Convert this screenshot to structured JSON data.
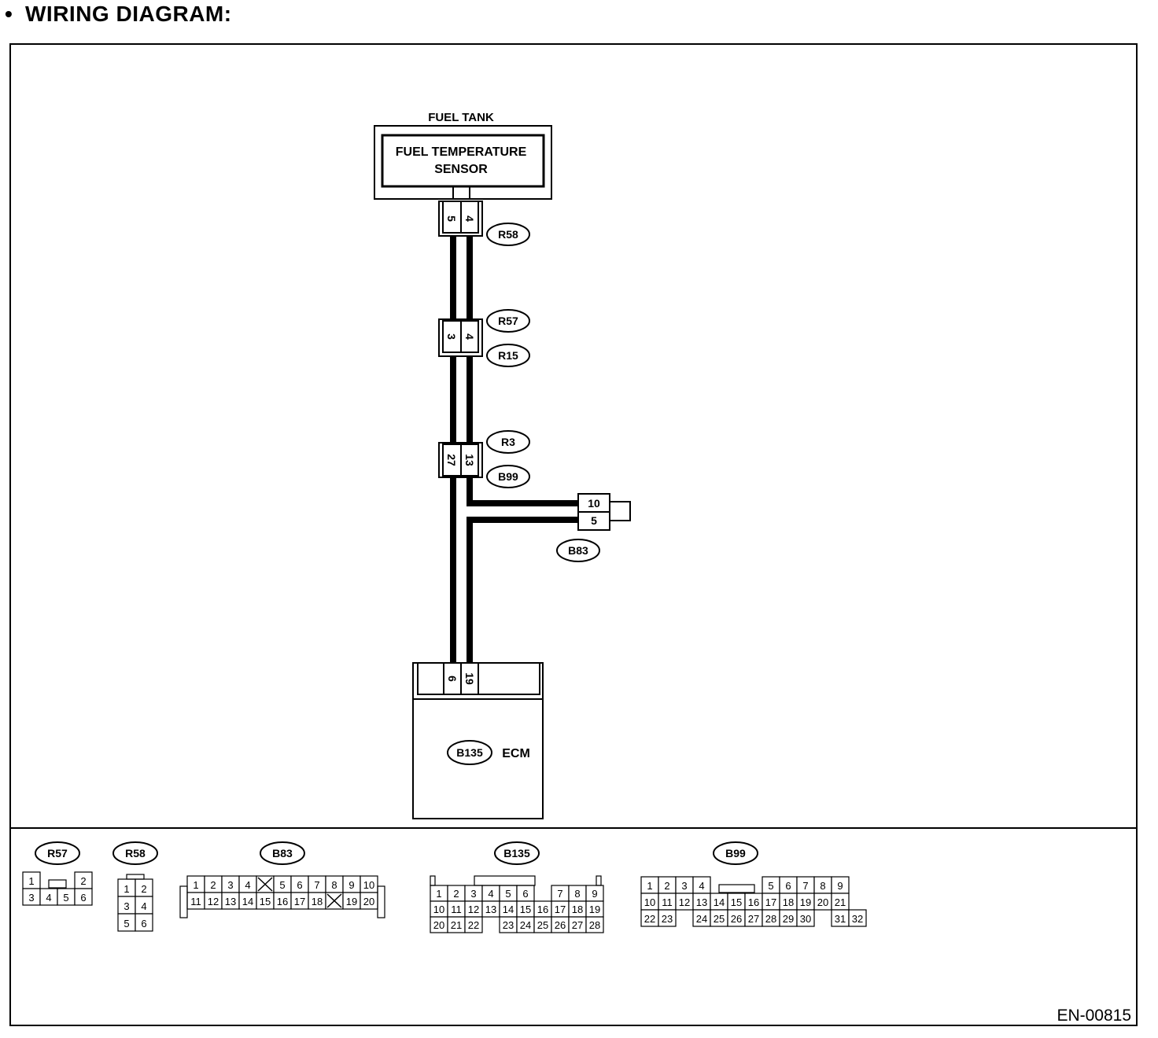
{
  "header": {
    "bullet": "•",
    "title": "WIRING DIAGRAM:"
  },
  "fuel_tank": {
    "label": "FUEL TANK",
    "sensor_line1": "FUEL TEMPERATURE",
    "sensor_line2": "SENSOR"
  },
  "connectors": {
    "r58": {
      "id": "R58",
      "pins": [
        "5",
        "4"
      ]
    },
    "r57_r15": {
      "ids": [
        "R57",
        "R15"
      ],
      "pins": [
        "3",
        "4"
      ]
    },
    "r3_b99": {
      "ids": [
        "R3",
        "B99"
      ],
      "pins": [
        "27",
        "13"
      ]
    },
    "b83": {
      "id": "B83",
      "pins": [
        "10",
        "5"
      ]
    },
    "ecm": {
      "id": "B135",
      "label": "ECM",
      "pins": [
        "6",
        "19"
      ]
    }
  },
  "connector_faces": {
    "R57": {
      "label": "R57",
      "rows": [
        [
          "1",
          "",
          "",
          "2"
        ],
        [
          "3",
          "4",
          "5",
          "6"
        ]
      ]
    },
    "R58": {
      "label": "R58",
      "rows": [
        [
          "1",
          "2"
        ],
        [
          "3",
          "4"
        ],
        [
          "5",
          "6"
        ]
      ]
    },
    "B83": {
      "label": "B83",
      "rows": [
        [
          "1",
          "2",
          "3",
          "4",
          "X",
          "5",
          "6",
          "7",
          "8",
          "9",
          "10"
        ],
        [
          "11",
          "12",
          "13",
          "14",
          "15",
          "16",
          "17",
          "18",
          "X",
          "19",
          "20"
        ]
      ]
    },
    "B135": {
      "label": "B135",
      "rows": [
        [
          "1",
          "2",
          "3",
          "4",
          "5",
          "6",
          "",
          "7",
          "8",
          "9"
        ],
        [
          "10",
          "11",
          "12",
          "13",
          "14",
          "15",
          "16",
          "17",
          "18",
          "19"
        ],
        [
          "20",
          "21",
          "22",
          "",
          "23",
          "24",
          "25",
          "26",
          "27",
          "28"
        ]
      ]
    },
    "B99": {
      "label": "B99",
      "rows": [
        [
          "1",
          "2",
          "3",
          "4",
          "",
          "",
          "",
          "5",
          "6",
          "7",
          "8",
          "9"
        ],
        [
          "10",
          "11",
          "12",
          "13",
          "14",
          "15",
          "16",
          "17",
          "18",
          "19",
          "20",
          "21"
        ],
        [
          "22",
          "23",
          "",
          "24",
          "25",
          "26",
          "27",
          "28",
          "29",
          "30",
          "",
          "31",
          "32"
        ]
      ]
    }
  },
  "diagram_code": "EN-00815"
}
